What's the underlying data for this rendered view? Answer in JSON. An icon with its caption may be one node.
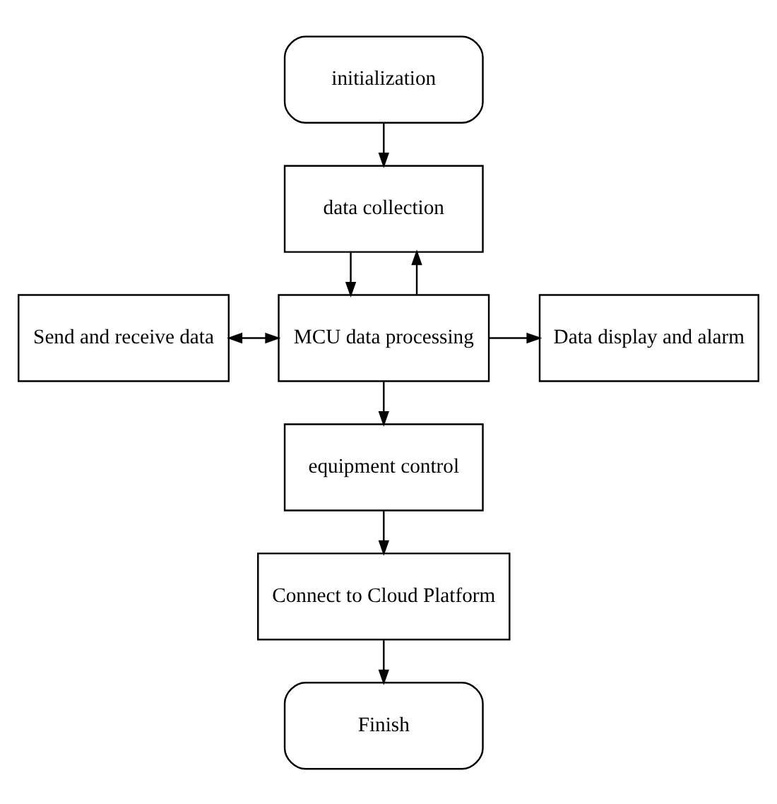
{
  "diagram": {
    "nodes": [
      {
        "text": [
          "initialization"
        ]
      },
      {
        "text": [
          "data collection"
        ]
      },
      {
        "text": [
          "Send and receive data"
        ]
      },
      {
        "text": [
          "MCU data processing"
        ]
      },
      {
        "text": [
          "Data display and alarm"
        ]
      },
      {
        "text": [
          "equipment control"
        ]
      },
      {
        "text": [
          "Connect to Cloud Platform"
        ]
      },
      {
        "text": [
          "Finish"
        ]
      }
    ],
    "edges": [
      {
        "from": 0,
        "to": 1,
        "arrow": "to"
      },
      {
        "from": 1,
        "to": 3,
        "arrow": "to"
      },
      {
        "from": 3,
        "to": 2,
        "arrow": "both"
      },
      {
        "from": 3,
        "to": 4,
        "arrow": "to"
      },
      {
        "from": 3,
        "to": 5,
        "arrow": "to"
      },
      {
        "from": 3,
        "to": 1,
        "arrow": "to"
      },
      {
        "from": 5,
        "to": 6,
        "arrow": "to"
      },
      {
        "from": 6,
        "to": 7,
        "arrow": "to"
      }
    ]
  }
}
